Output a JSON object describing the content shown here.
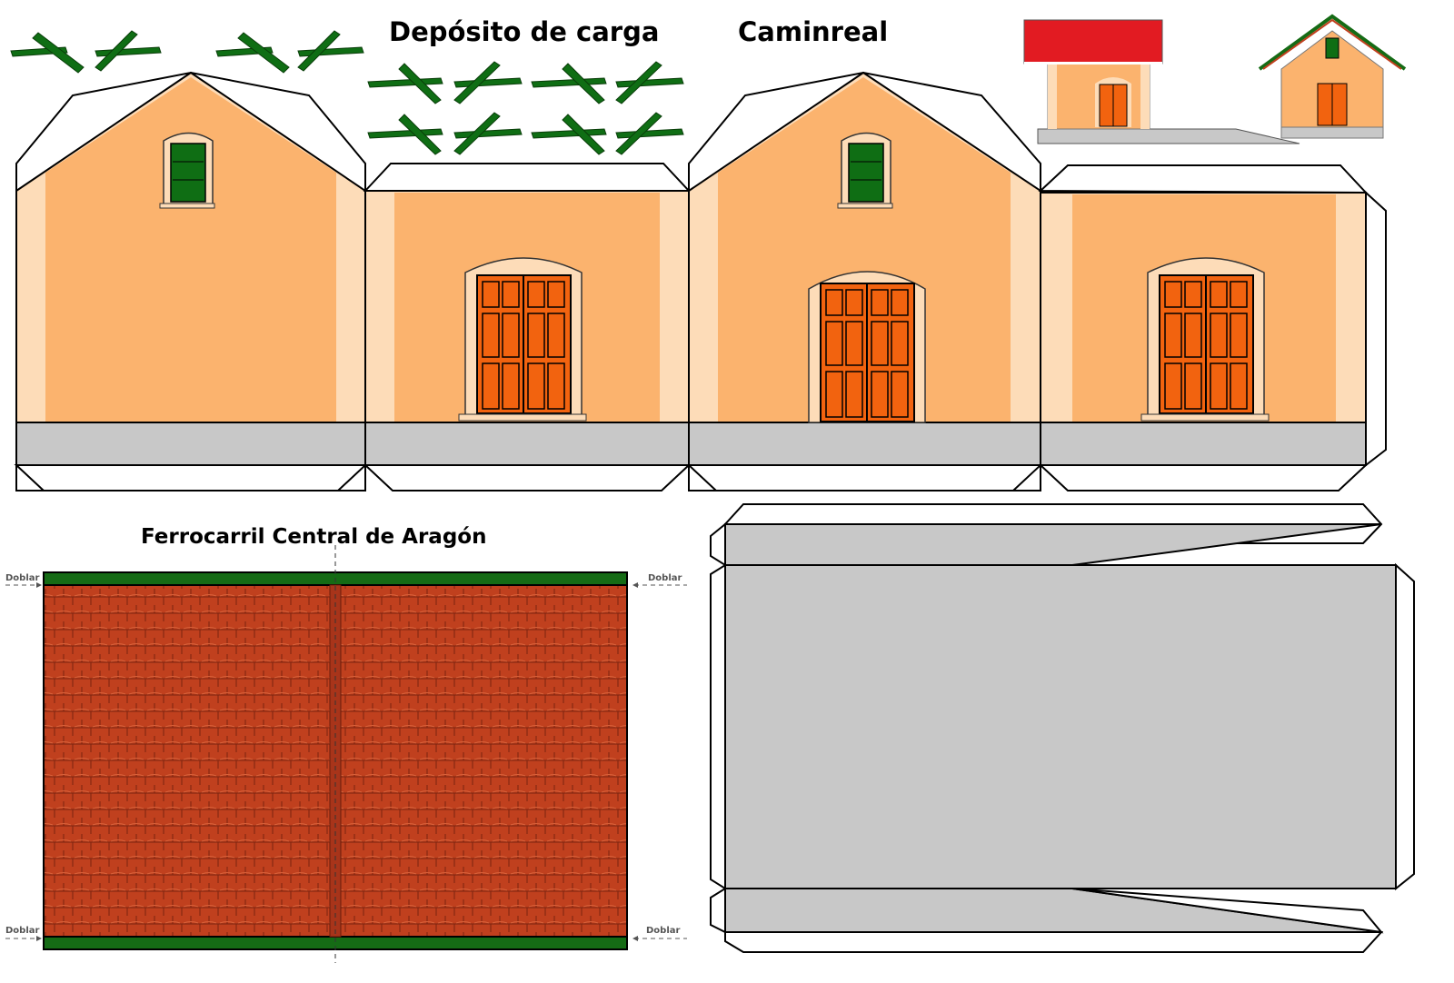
{
  "titles": {
    "building": "Depósito de carga",
    "place": "Caminreal",
    "railway": "Ferrocarril Central de Aragón"
  },
  "fold_label": "Doblar",
  "colors": {
    "wall": "#fbb36e",
    "wall_trim": "#fddcb8",
    "door": "#f2630f",
    "window": "#0f6e14",
    "base": "#c8c8c8",
    "roof_tiles": "#c0401e",
    "roof_ridge": "#156b15",
    "preview_roof": "#e21b22"
  },
  "icons": [
    "bracket-piece-icon",
    "door-icon",
    "window-icon",
    "roof-tile-icon"
  ]
}
